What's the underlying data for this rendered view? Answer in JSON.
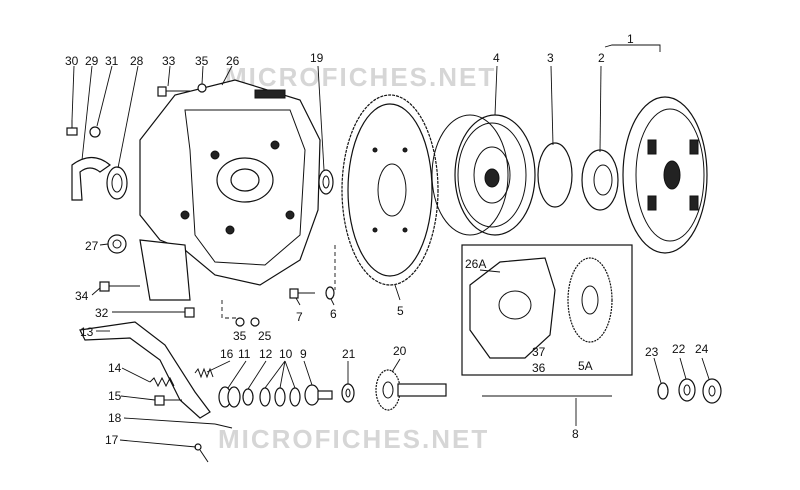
{
  "watermark": {
    "text": "MICROFICHES.NET"
  },
  "labels": {
    "l30": "30",
    "l29": "29",
    "l31": "31",
    "l28": "28",
    "l33": "33",
    "l35a": "35",
    "l26": "26",
    "l19": "19",
    "l4": "4",
    "l3": "3",
    "l2": "2",
    "l1": "1",
    "l27": "27",
    "l34": "34",
    "l32": "32",
    "l7": "7",
    "l6": "6",
    "l5": "5",
    "l13": "13",
    "l35b": "35",
    "l25": "25",
    "l16": "16",
    "l11": "11",
    "l12": "12",
    "l10": "10",
    "l9": "9",
    "l21": "21",
    "l20": "20",
    "l14": "14",
    "l15": "15",
    "l18": "18",
    "l17": "17",
    "l8": "8",
    "l26a": "26A",
    "l37": "37",
    "l36": "36",
    "l5a": "5A",
    "l23": "23",
    "l22": "22",
    "l24": "24"
  }
}
